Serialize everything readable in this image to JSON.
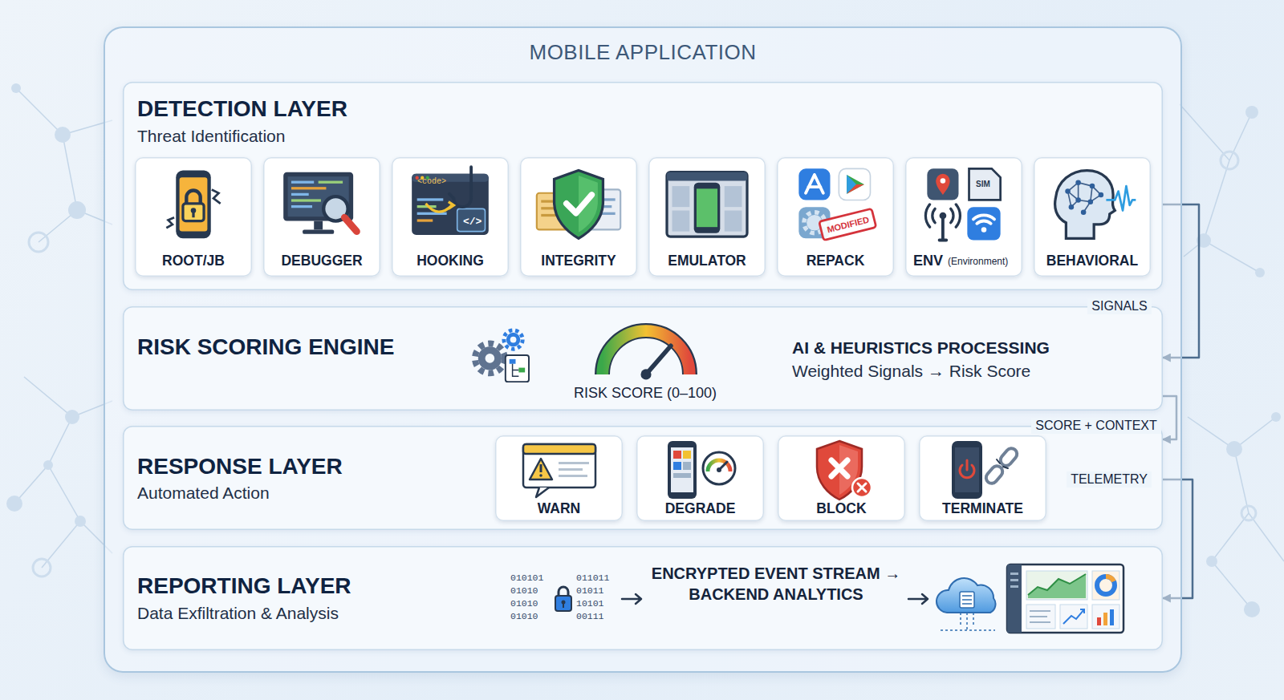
{
  "diagram": {
    "nodes": [
      {
        "text": [
          "MOBILE APPLICATION"
        ]
      },
      {
        "text": [
          "DETECTION LAYER",
          "Threat Identification"
        ],
        "in": 0
      },
      {
        "text": [
          "ROOT/JB"
        ],
        "in": 1
      },
      {
        "text": [
          "DEBUGGER"
        ],
        "in": 1
      },
      {
        "text": [
          "HOOKING"
        ],
        "in": 1
      },
      {
        "text": [
          "INTEGRITY"
        ],
        "in": 1
      },
      {
        "text": [
          "EMULATOR"
        ],
        "in": 1
      },
      {
        "text": [
          "REPACK"
        ],
        "in": 1
      },
      {
        "text": [
          "ENV",
          "(Environment)"
        ],
        "in": 1
      },
      {
        "text": [
          "BEHAVIORAL"
        ],
        "in": 1
      },
      {
        "text": [
          "RISK SCORING ENGINE",
          "RISK SCORE (0–100)",
          "AI & HEURISTICS PROCESSING",
          "Weighted Signals → Risk Score"
        ],
        "in": 0
      },
      {
        "text": [
          "RESPONSE LAYER",
          "Automated Action"
        ],
        "in": 0
      },
      {
        "text": [
          "WARN"
        ],
        "in": 11
      },
      {
        "text": [
          "DEGRADE"
        ],
        "in": 11
      },
      {
        "text": [
          "BLOCK"
        ],
        "in": 11
      },
      {
        "text": [
          "TERMINATE"
        ],
        "in": 11
      },
      {
        "text": [
          "REPORTING LAYER",
          "Data Exfiltration & Analysis",
          "ENCRYPTED EVENT STREAM → BACKEND ANALYTICS"
        ],
        "in": 0
      }
    ],
    "edges": [
      {
        "from": 1,
        "to": 10,
        "label": "SIGNALS",
        "arrow": "to"
      },
      {
        "from": 10,
        "to": 11,
        "label": "SCORE + CONTEXT",
        "arrow": "to"
      },
      {
        "from": 11,
        "to": 16,
        "label": "TELEMETRY",
        "arrow": "to"
      }
    ],
    "labels": [
      "<code>",
      "</>",
      "MODIFIED",
      "SIM",
      "010101",
      "01010",
      "01010",
      "01010",
      "011011",
      "01011",
      "10101",
      "00111"
    ]
  }
}
